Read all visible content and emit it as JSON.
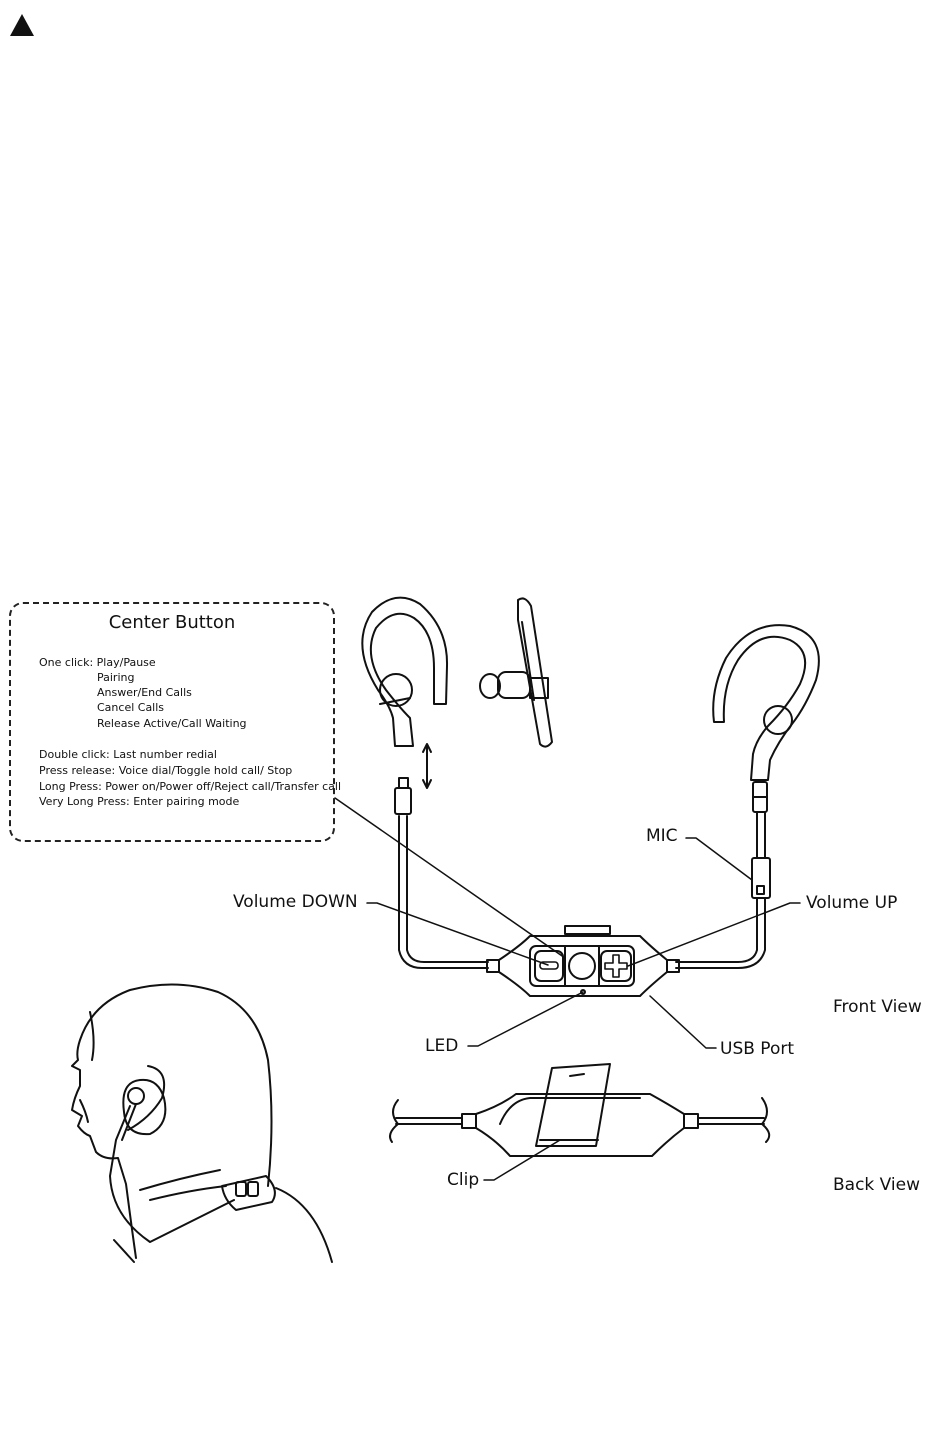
{
  "center_button": {
    "title": "Center Button",
    "lines": [
      "One click: Play/Pause",
      "Pairing",
      "Answer/End Calls",
      "Cancel Calls",
      "Release Active/Call Waiting",
      "Double click: Last number redial",
      "Press release: Voice dial/Toggle hold call/ Stop",
      "Long Press: Power on/Power off/Reject call/Transfer call",
      "Very Long Press: Enter pairing mode"
    ]
  },
  "labels": {
    "mic": "MIC",
    "volume_down": "Volume DOWN",
    "volume_up": "Volume UP",
    "led": "LED",
    "usb_port": "USB Port",
    "clip": "Clip",
    "front_view": "Front View",
    "back_view": "Back View"
  },
  "icons": [
    "warning-triangle-icon",
    "minus-icon",
    "plus-icon",
    "center-button-icon"
  ],
  "colors": {
    "line": "#111111",
    "background": "#ffffff"
  }
}
